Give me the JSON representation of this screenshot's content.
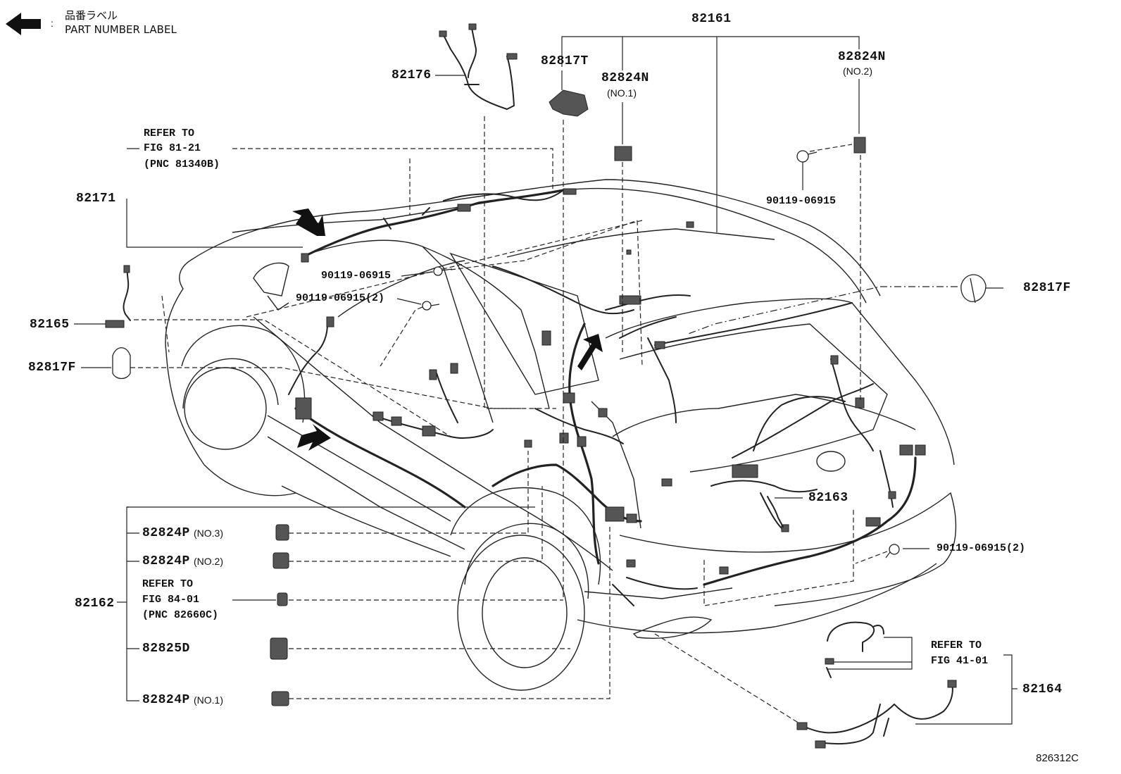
{
  "legend": {
    "icon": "left-arrow-icon",
    "separator": ":",
    "line1": "品番ラベル",
    "line2": "PART NUMBER LABEL"
  },
  "labels": {
    "p82161": "82161",
    "p82176": "82176",
    "p82817T": "82817T",
    "p82824N_1": "82824N",
    "p82824N_1_sub": "(NO.1)",
    "p82824N_2": "82824N",
    "p82824N_2_sub": "(NO.2)",
    "p90119_top": "90119-06915",
    "p82171": "82171",
    "ref1_line1": "REFER TO",
    "ref1_line2": "FIG 81-21",
    "ref1_line3": "(PNC 81340B)",
    "p90119_a": "90119-06915",
    "p90119_b": "90119-06915(2)",
    "p82817F_right": "82817F",
    "p82165": "82165",
    "p82817F_left": "82817F",
    "p82163": "82163",
    "p82824P_3": "82824P",
    "p82824P_3_sub": "(NO.3)",
    "p82824P_2": "82824P",
    "p82824P_2_sub": "(NO.2)",
    "ref2_line1": "REFER TO",
    "ref2_line2": "FIG 84-01",
    "ref2_line3": "(PNC 82660C)",
    "p82162": "82162",
    "p82825D": "82825D",
    "p82824P_1": "82824P",
    "p82824P_1_sub": "(NO.1)",
    "p90119_right": "90119-06915(2)",
    "ref3_line1": "REFER TO",
    "ref3_line2": "FIG 41-01",
    "p82164": "82164"
  },
  "figure_code": "826312C"
}
